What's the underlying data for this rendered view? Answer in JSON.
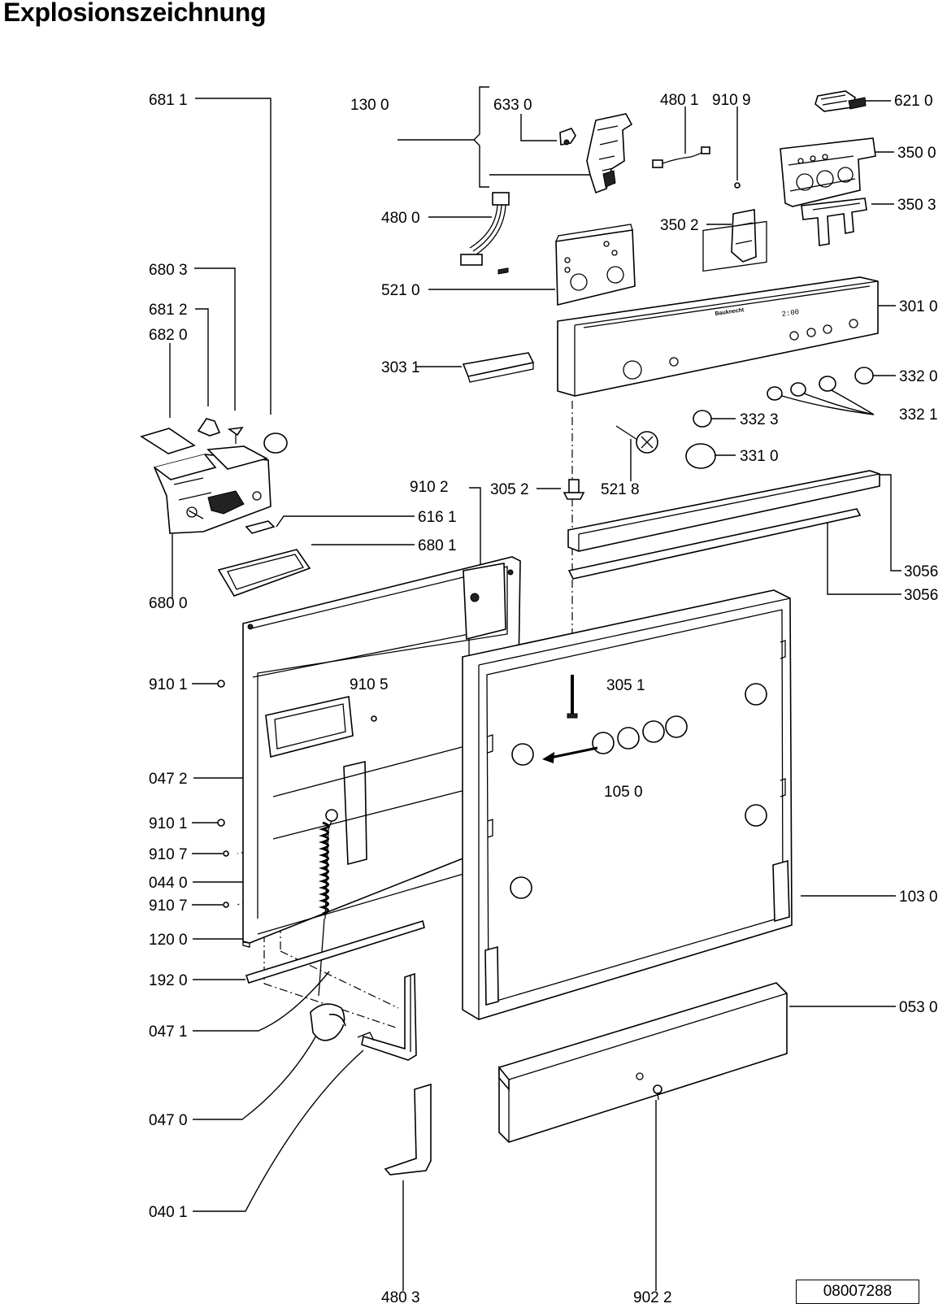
{
  "title": "Explosionszeichnung",
  "doc_number": "08007288",
  "brand_mark": "Bauknecht",
  "panel_display_text": "2:00",
  "part_labels": [
    {
      "id": "681-1",
      "text": "681 1"
    },
    {
      "id": "130-0",
      "text": "130 0"
    },
    {
      "id": "633-0",
      "text": "633 0"
    },
    {
      "id": "480-1",
      "text": "480 1"
    },
    {
      "id": "910-9",
      "text": "910 9"
    },
    {
      "id": "621-0",
      "text": "621 0"
    },
    {
      "id": "350-0",
      "text": "350 0"
    },
    {
      "id": "480-0",
      "text": "480 0"
    },
    {
      "id": "350-2",
      "text": "350 2"
    },
    {
      "id": "350-3",
      "text": "350 3"
    },
    {
      "id": "680-3",
      "text": "680 3"
    },
    {
      "id": "521-0",
      "text": "521 0"
    },
    {
      "id": "681-2",
      "text": "681 2"
    },
    {
      "id": "682-0",
      "text": "682 0"
    },
    {
      "id": "301-0",
      "text": "301 0"
    },
    {
      "id": "303-1",
      "text": "303 1"
    },
    {
      "id": "332-0",
      "text": "332 0"
    },
    {
      "id": "332-1",
      "text": "332 1"
    },
    {
      "id": "332-3",
      "text": "332 3"
    },
    {
      "id": "331-0",
      "text": "331 0"
    },
    {
      "id": "910-2",
      "text": "910 2"
    },
    {
      "id": "305-2",
      "text": "305 2"
    },
    {
      "id": "521-8",
      "text": "521 8"
    },
    {
      "id": "616-1",
      "text": "616 1"
    },
    {
      "id": "680-1",
      "text": "680 1"
    },
    {
      "id": "305-6a",
      "text": "3056"
    },
    {
      "id": "305-6b",
      "text": "3056"
    },
    {
      "id": "680-0",
      "text": "680 0"
    },
    {
      "id": "910-1a",
      "text": "910 1"
    },
    {
      "id": "910-5",
      "text": "910 5"
    },
    {
      "id": "305-1",
      "text": "305 1"
    },
    {
      "id": "047-2",
      "text": "047 2"
    },
    {
      "id": "105-0",
      "text": "105 0"
    },
    {
      "id": "910-1b",
      "text": "910 1"
    },
    {
      "id": "910-7a",
      "text": "910 7"
    },
    {
      "id": "044-0",
      "text": "044 0"
    },
    {
      "id": "910-7b",
      "text": "910 7"
    },
    {
      "id": "103-0",
      "text": "103 0"
    },
    {
      "id": "120-0",
      "text": "120 0"
    },
    {
      "id": "192-0",
      "text": "192 0"
    },
    {
      "id": "053-0",
      "text": "053 0"
    },
    {
      "id": "047-1",
      "text": "047 1"
    },
    {
      "id": "047-0",
      "text": "047 0"
    },
    {
      "id": "040-1",
      "text": "040 1"
    },
    {
      "id": "480-3",
      "text": "480 3"
    },
    {
      "id": "902-2",
      "text": "902 2"
    }
  ]
}
